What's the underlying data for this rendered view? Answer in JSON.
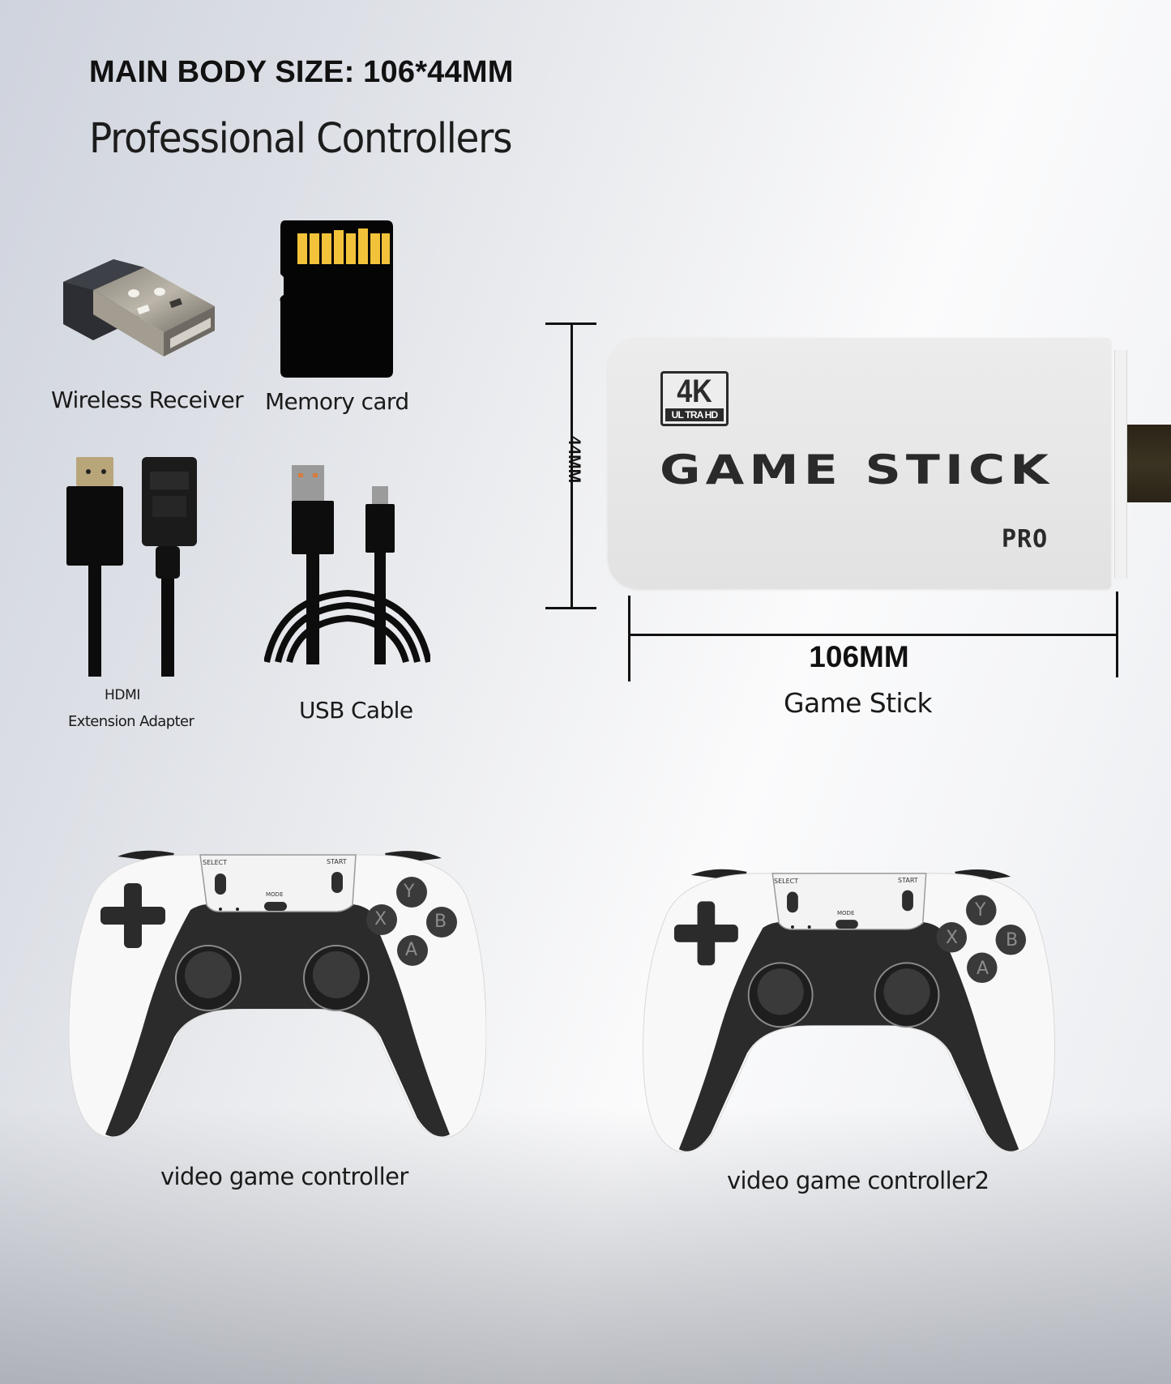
{
  "header": {
    "size_line": "MAIN BODY SIZE: 106*44MM",
    "subtitle": "Professional Controllers"
  },
  "accessories": [
    {
      "id": "wireless-receiver",
      "label": "Wireless Receiver"
    },
    {
      "id": "memory-card",
      "label": "Memory card"
    },
    {
      "id": "hdmi-extension-adapter",
      "label_line1": "HDMI",
      "label_line2": "Extension Adapter"
    },
    {
      "id": "usb-cable",
      "label": "USB Cable"
    }
  ],
  "game_stick": {
    "badge_top": "4K",
    "badge_bottom": "UL TRA HD",
    "title": "GAME STICK",
    "edition": "PRO",
    "height_dimension": "44MM",
    "width_dimension": "106MM",
    "caption": "Game Stick",
    "colors": {
      "body": "#e8e8e8",
      "print": "#2a2a2a",
      "connector": "#332b1d"
    }
  },
  "controllers": [
    {
      "caption": "video game controller",
      "labels": {
        "select": "SELECT",
        "start": "START",
        "mode": "MODE"
      },
      "face_buttons": [
        "Y",
        "X",
        "B",
        "A"
      ]
    },
    {
      "caption": "video game controller2",
      "labels": {
        "select": "SELECT",
        "start": "START",
        "mode": "MODE"
      },
      "face_buttons": [
        "Y",
        "X",
        "B",
        "A"
      ]
    }
  ],
  "colors": {
    "text": "#111111",
    "controller_shell": "#f7f7f7",
    "controller_dark": "#2e2e2e",
    "card_contacts": "#f2c23a"
  }
}
